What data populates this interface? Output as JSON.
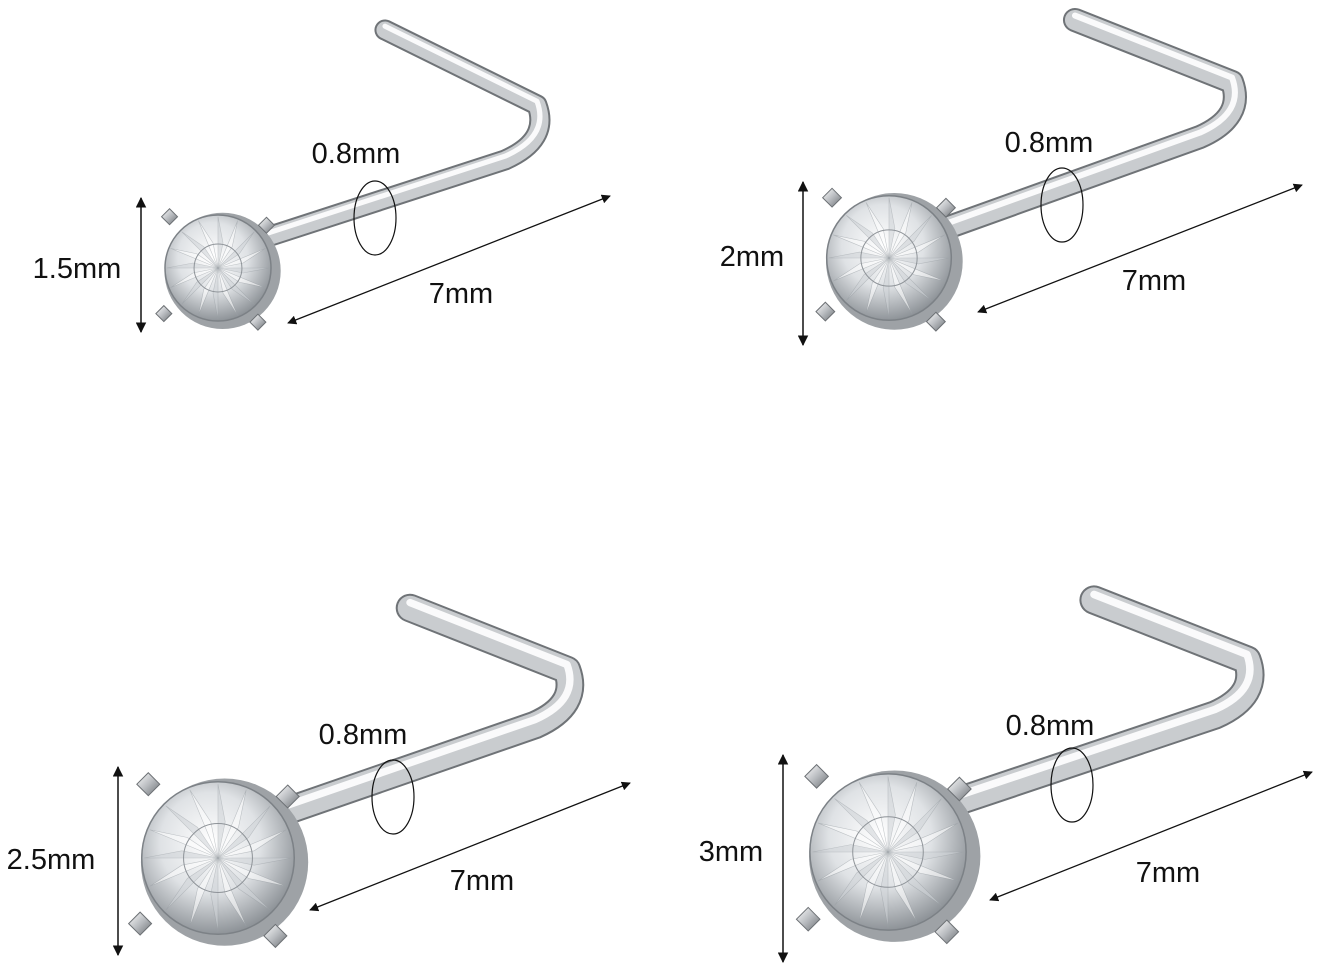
{
  "colors": {
    "background": "#ffffff",
    "metal_highlight": "#ffffff",
    "metal_mid": "#c9cccf",
    "metal_dark": "#7d8185",
    "gem_light": "#f4f5f6",
    "gem_dark": "#8f9499",
    "annotation": "#111111"
  },
  "studs": [
    {
      "id": "stud-1",
      "gem_size_label": "1.5mm",
      "wire_gauge_label": "0.8mm",
      "length_label": "7mm"
    },
    {
      "id": "stud-2",
      "gem_size_label": "2mm",
      "wire_gauge_label": "0.8mm",
      "length_label": "7mm"
    },
    {
      "id": "stud-3",
      "gem_size_label": "2.5mm",
      "wire_gauge_label": "0.8mm",
      "length_label": "7mm"
    },
    {
      "id": "stud-4",
      "gem_size_label": "3mm",
      "wire_gauge_label": "0.8mm",
      "length_label": "7mm"
    }
  ]
}
